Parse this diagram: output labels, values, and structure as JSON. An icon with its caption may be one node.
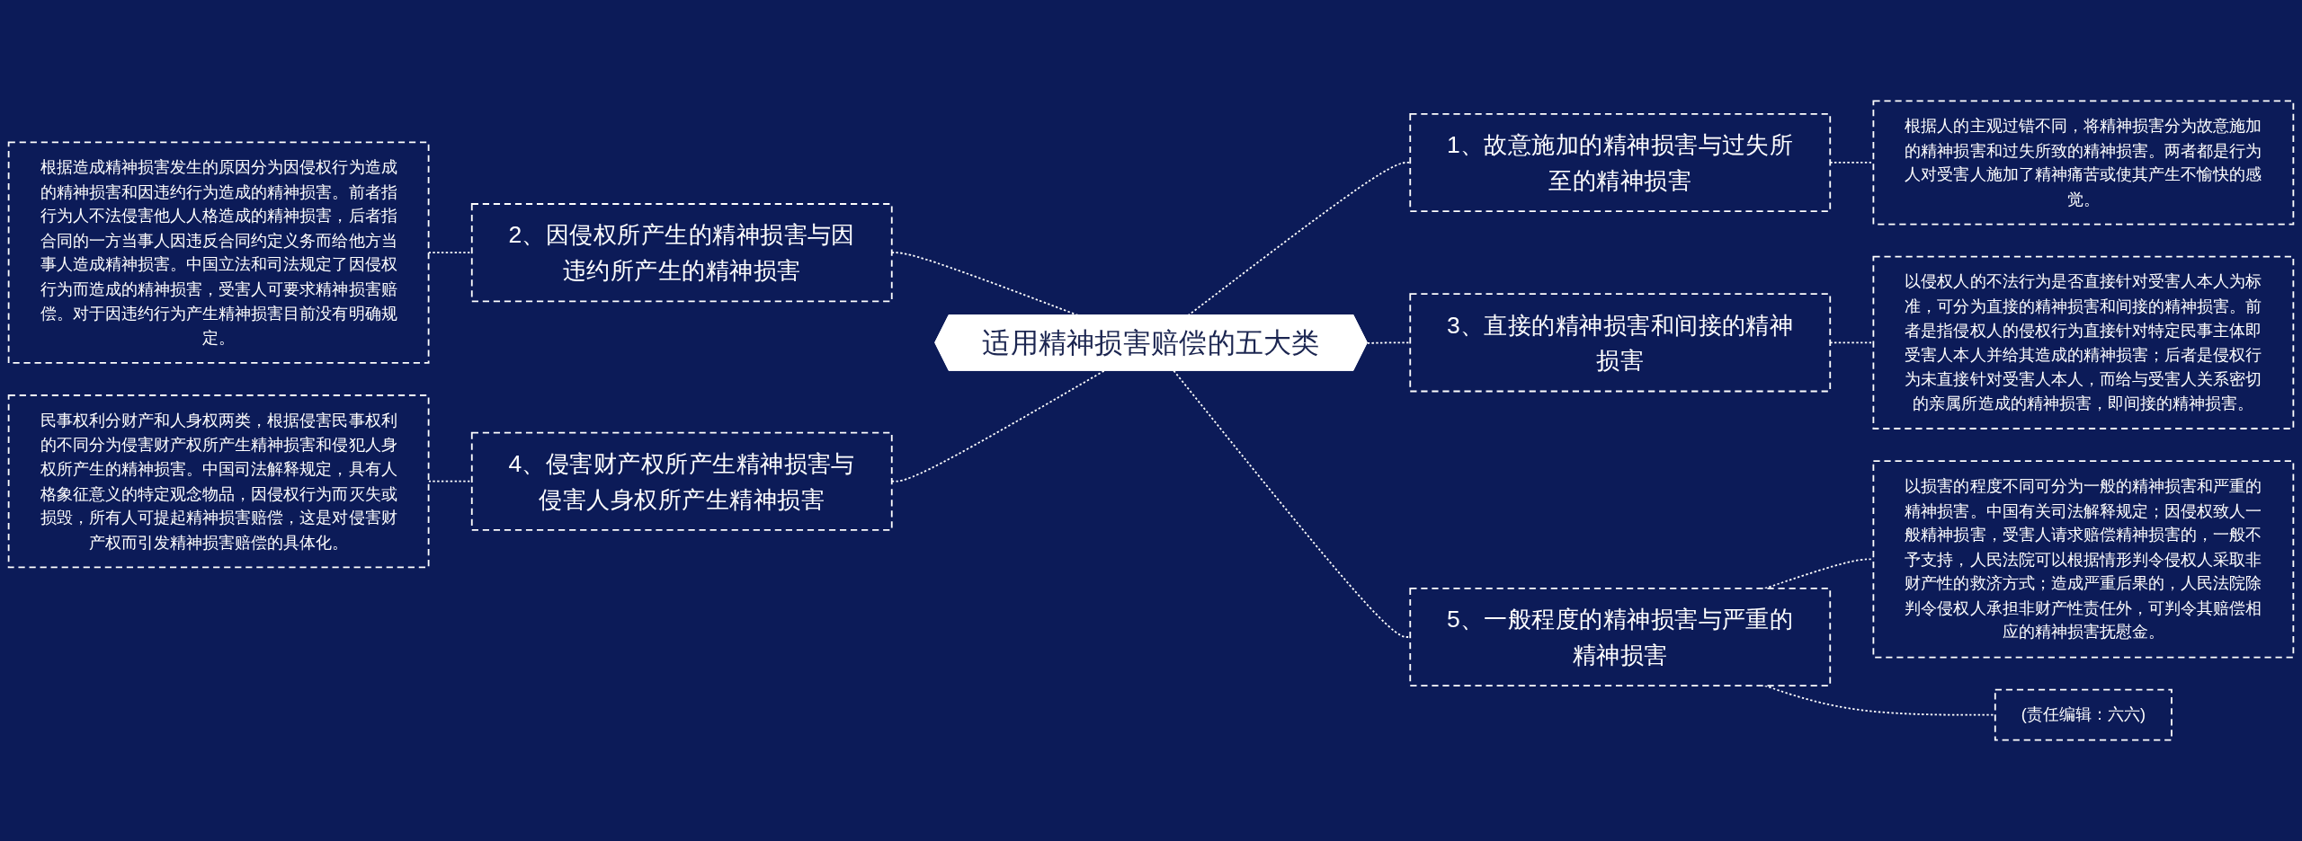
{
  "diagram": {
    "nodes": [
      {
        "text": [
          "适用精神损害赔偿的五大类"
        ]
      },
      {
        "text": [
          "1、故意施加的精神损害与过失所至的精神损害"
        ]
      },
      {
        "text": [
          "根据人的主观过错不同，将精神损害分为故意施加的精神损害和过失所致的精神损害。两者都是行为人对受害人施加了精神痛苦或使其产生不愉快的感觉。"
        ]
      },
      {
        "text": [
          "2、因侵权所产生的精神损害与因违约所产生的精神损害"
        ]
      },
      {
        "text": [
          "根据造成精神损害发生的原因分为因侵权行为造成的精神损害和因违约行为造成的精神损害。前者指行为人不法侵害他人人格造成的精神损害，后者指合同的一方当事人因违反合同约定义务而给他方当事人造成精神损害。中国立法和司法规定了因侵权行为而造成的精神损害，受害人可要求精神损害赔偿。对于因违约行为产生精神损害目前没有明确规定。"
        ]
      },
      {
        "text": [
          "3、直接的精神损害和间接的精神损害"
        ]
      },
      {
        "text": [
          "以侵权人的不法行为是否直接针对受害人本人为标准，可分为直接的精神损害和间接的精神损害。前者是指侵权人的侵权行为直接针对特定民事主体即受害人本人并给其造成的精神损害；后者是侵权行为未直接针对受害人本人，而给与受害人关系密切的亲属所造成的精神损害，即间接的精神损害。"
        ]
      },
      {
        "text": [
          "4、侵害财产权所产生精神损害与侵害人身权所产生精神损害"
        ]
      },
      {
        "text": [
          "民事权利分财产和人身权两类，根据侵害民事权利的不同分为侵害财产权所产生精神损害和侵犯人身权所产生的精神损害。中国司法解释规定，具有人格象征意义的特定观念物品，因侵权行为而灭失或损毁，所有人可提起精神损害赔偿，这是对侵害财产权而引发精神损害赔偿的具体化。"
        ]
      },
      {
        "text": [
          "5、一般程度的精神损害与严重的精神损害"
        ]
      },
      {
        "text": [
          "以损害的程度不同可分为一般的精神损害和严重的精神损害。中国有关司法解释规定；因侵权致人一般精神损害，受害人请求赔偿精神损害的，一般不予支持，人民法院可以根据情形判令侵权人采取非财产性的救济方式；造成严重后果的，人民法院除判令侵权人承担非财产性责任外，可判令其赔偿相应的精神损害抚慰金。"
        ]
      },
      {
        "text": [
          "(责任编辑：六六)"
        ]
      }
    ],
    "edges": [
      {
        "from": 0,
        "to": 1,
        "arrow": "none",
        "style": "dashed"
      },
      {
        "from": 1,
        "to": 2,
        "arrow": "none",
        "style": "dashed"
      },
      {
        "from": 4,
        "to": 3,
        "arrow": "none",
        "style": "dashed"
      },
      {
        "from": 3,
        "to": 0,
        "arrow": "none",
        "style": "dashed"
      },
      {
        "from": 0,
        "to": 5,
        "arrow": "none",
        "style": "dashed"
      },
      {
        "from": 5,
        "to": 6,
        "arrow": "none",
        "style": "dashed"
      },
      {
        "from": 8,
        "to": 7,
        "arrow": "none",
        "style": "dashed"
      },
      {
        "from": 7,
        "to": 0,
        "arrow": "none",
        "style": "dashed"
      },
      {
        "from": 0,
        "to": 9,
        "arrow": "none",
        "style": "dashed"
      },
      {
        "from": 9,
        "to": 10,
        "arrow": "none",
        "style": "dashed"
      },
      {
        "from": 9,
        "to": 11,
        "arrow": "none",
        "style": "dashed"
      }
    ]
  }
}
